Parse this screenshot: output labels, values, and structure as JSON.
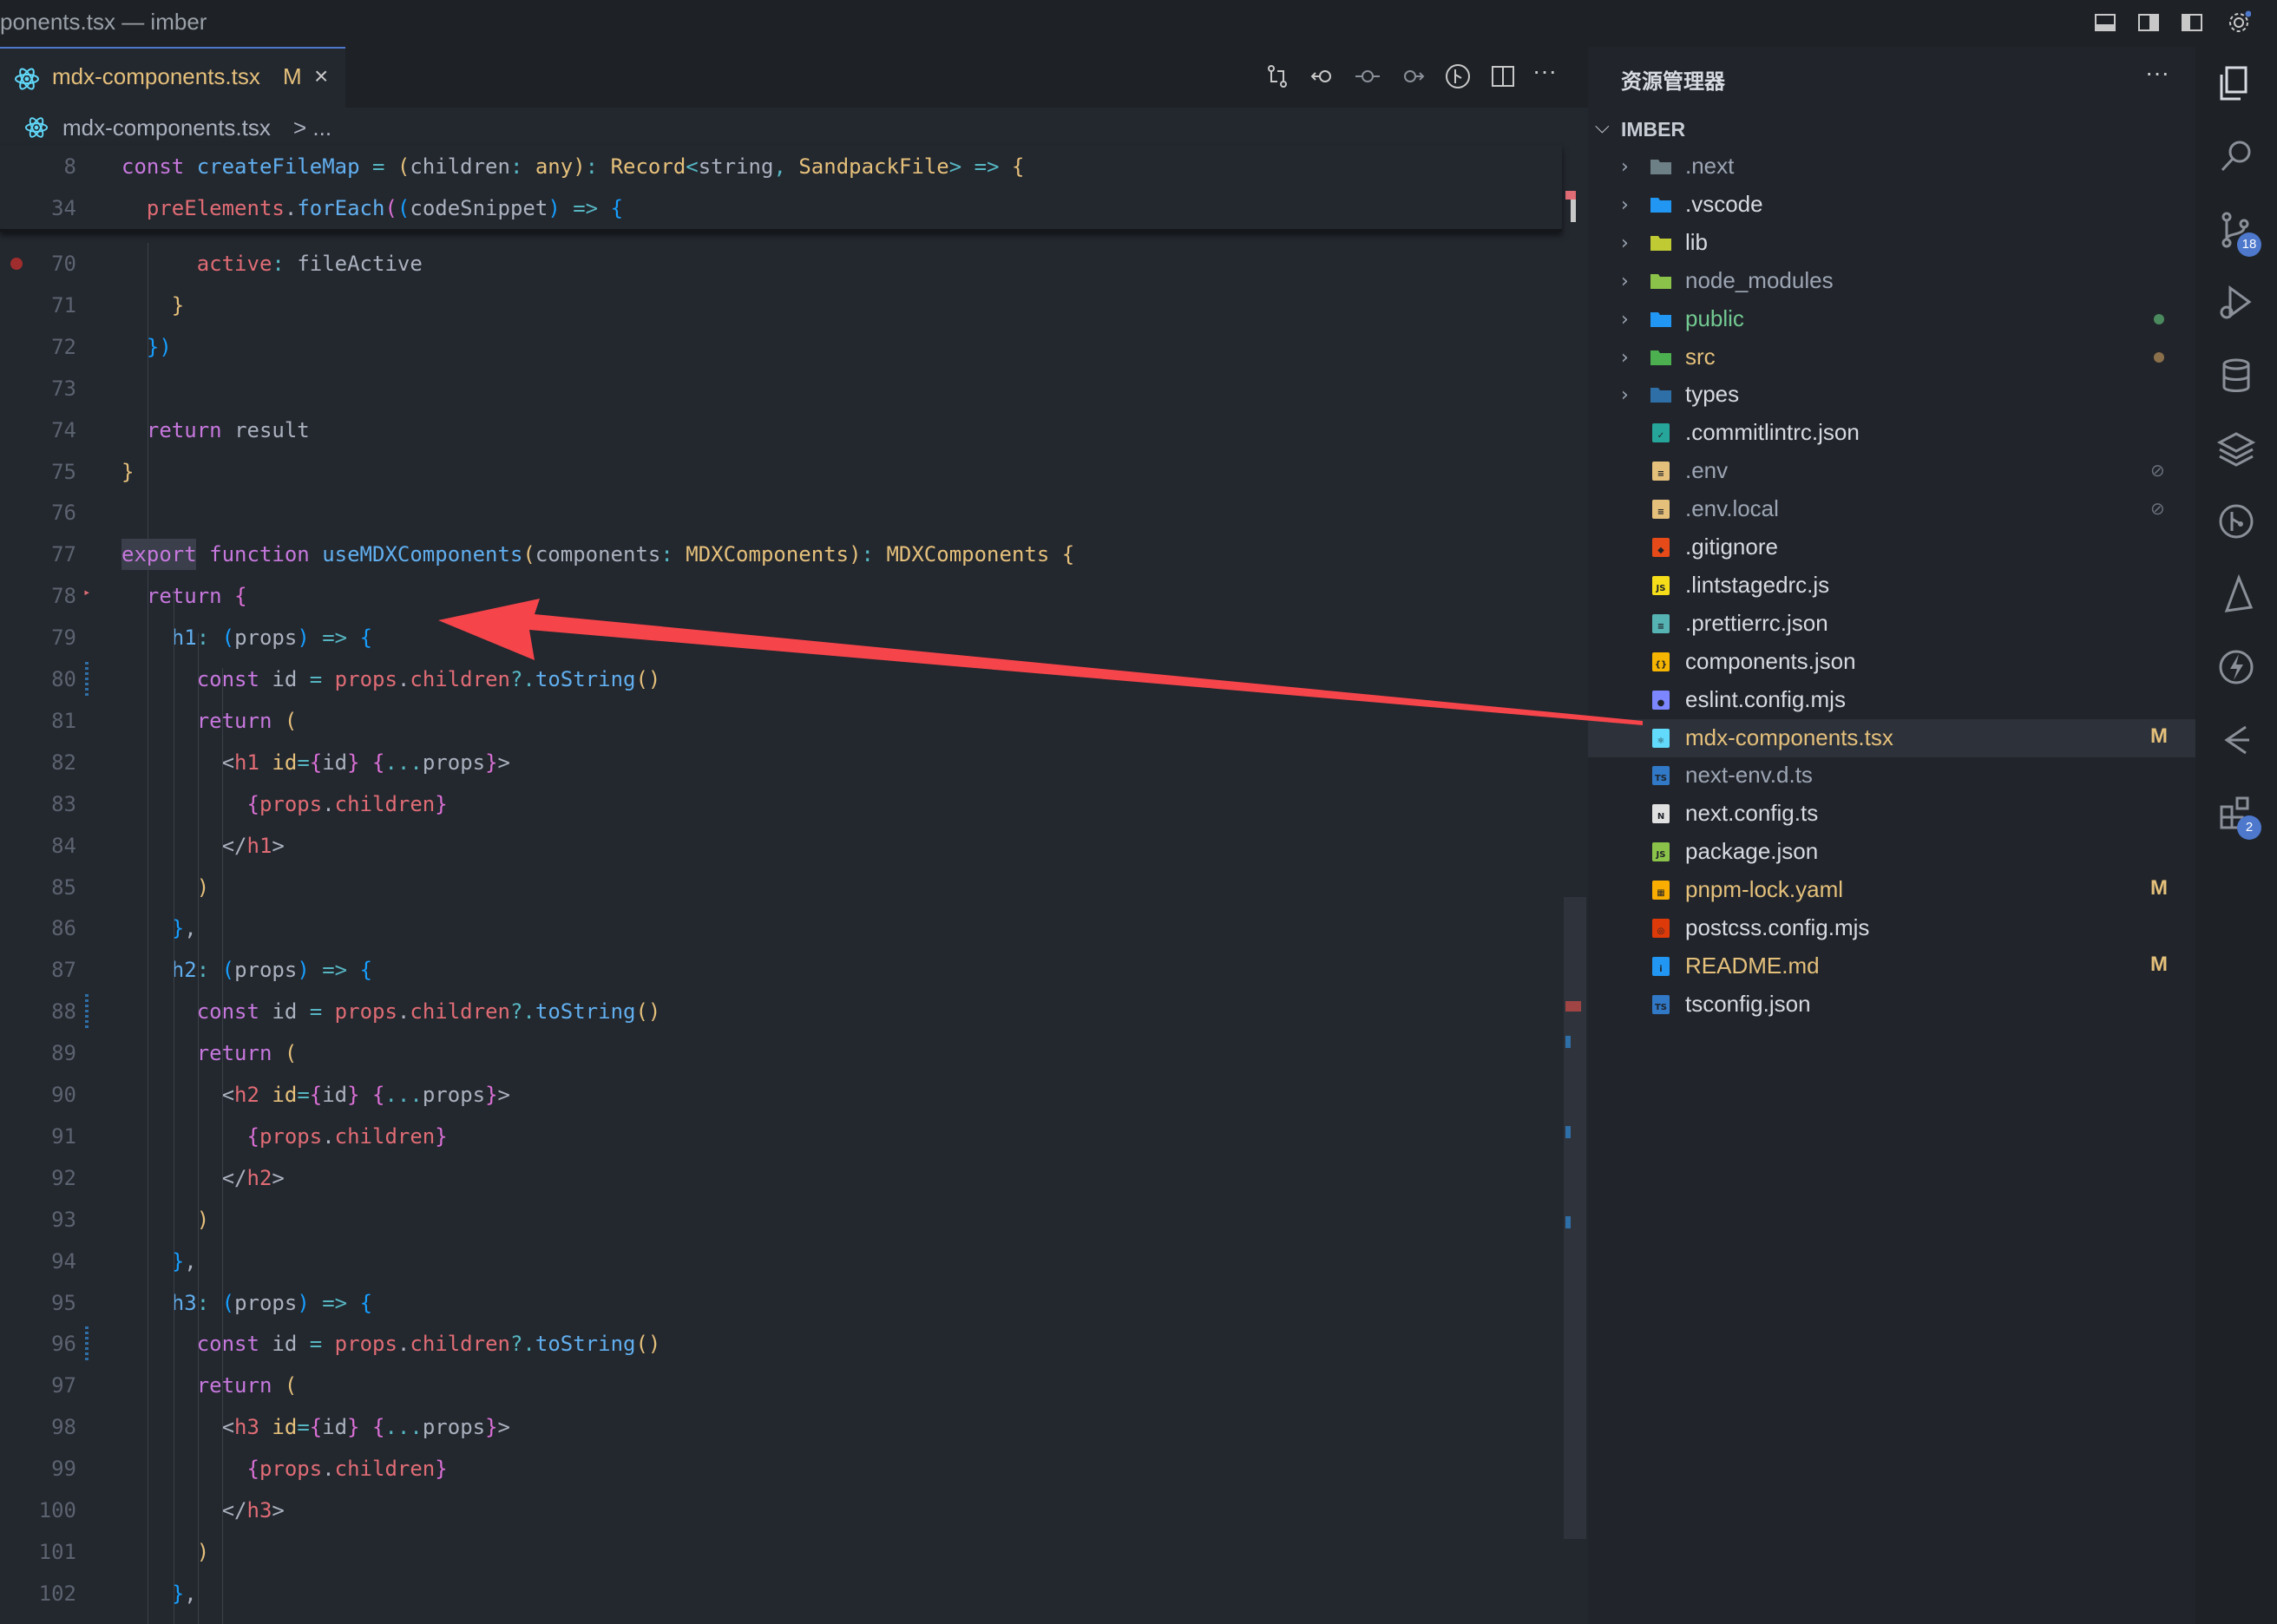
{
  "window": {
    "title": "ponents.tsx — imber"
  },
  "editor": {
    "tab": {
      "label": "mdx-components.tsx",
      "modified_marker": "M",
      "close_glyph": "×"
    },
    "actions": [
      "git-compare-icon",
      "go-back-change-icon",
      "git-commit-icon",
      "go-forward-change-icon",
      "git-graph-icon",
      "split-editor-icon",
      "more-actions-icon"
    ],
    "more_glyph": "···",
    "breadcrumb": {
      "file": "mdx-components.tsx",
      "rest": "> ..."
    },
    "sticky_lines": [
      {
        "n": "8",
        "segments": [
          [
            "k",
            "const "
          ],
          [
            "f",
            "createFileMap"
          ],
          [
            "o",
            " = "
          ],
          [
            "y",
            "("
          ],
          [
            "p",
            "children"
          ],
          [
            "o",
            ": "
          ],
          [
            "t",
            "any"
          ],
          [
            "y",
            ")"
          ],
          [
            "o",
            ": "
          ],
          [
            "t",
            "Record"
          ],
          [
            "o",
            "<"
          ],
          [
            "p",
            "string"
          ],
          [
            "o",
            ", "
          ],
          [
            "t",
            "SandpackFile"
          ],
          [
            "o",
            "> => "
          ],
          [
            "y",
            "{"
          ]
        ]
      },
      {
        "n": "34",
        "segments": [
          [
            "p",
            "  "
          ],
          [
            "v",
            "preElements"
          ],
          [
            "p",
            "."
          ],
          [
            "f",
            "forEach"
          ],
          [
            "pk",
            "("
          ],
          [
            "b",
            "("
          ],
          [
            "p",
            "codeSnippet"
          ],
          [
            "b",
            ")"
          ],
          [
            "o",
            " => "
          ],
          [
            "b",
            "{"
          ]
        ]
      }
    ],
    "lines": [
      {
        "n": "70",
        "segments": [
          [
            "p",
            "      "
          ],
          [
            "v",
            "active"
          ],
          [
            "o",
            ": "
          ],
          [
            "p",
            "fileActive"
          ]
        ]
      },
      {
        "n": "71",
        "segments": [
          [
            "p",
            "    "
          ],
          [
            "y",
            "}"
          ]
        ]
      },
      {
        "n": "72",
        "segments": [
          [
            "p",
            "  "
          ],
          [
            "b",
            "})"
          ]
        ]
      },
      {
        "n": "73",
        "segments": []
      },
      {
        "n": "74",
        "segments": [
          [
            "p",
            "  "
          ],
          [
            "k",
            "return "
          ],
          [
            "p",
            "result"
          ]
        ]
      },
      {
        "n": "75",
        "segments": [
          [
            "y",
            "}"
          ]
        ]
      },
      {
        "n": "76",
        "segments": []
      },
      {
        "n": "77",
        "segments": [
          [
            "k",
            "export "
          ],
          [
            "k",
            "function "
          ],
          [
            "f",
            "useMDXComponents"
          ],
          [
            "y",
            "("
          ],
          [
            "p",
            "components"
          ],
          [
            "o",
            ": "
          ],
          [
            "t",
            "MDXComponents"
          ],
          [
            "y",
            ")"
          ],
          [
            "o",
            ": "
          ],
          [
            "t",
            "MDXComponents "
          ],
          [
            "y",
            "{"
          ]
        ]
      },
      {
        "n": "78",
        "segments": [
          [
            "p",
            "  "
          ],
          [
            "k",
            "return "
          ],
          [
            "pk",
            "{"
          ]
        ]
      },
      {
        "n": "79",
        "segments": [
          [
            "p",
            "    "
          ],
          [
            "f",
            "h1"
          ],
          [
            "o",
            ": "
          ],
          [
            "b",
            "("
          ],
          [
            "p",
            "props"
          ],
          [
            "b",
            ")"
          ],
          [
            "o",
            " => "
          ],
          [
            "b",
            "{"
          ]
        ]
      },
      {
        "n": "80",
        "segments": [
          [
            "p",
            "      "
          ],
          [
            "k",
            "const "
          ],
          [
            "p",
            "id"
          ],
          [
            "o",
            " = "
          ],
          [
            "v",
            "props"
          ],
          [
            "p",
            "."
          ],
          [
            "v",
            "children"
          ],
          [
            "o",
            "?."
          ],
          [
            "f",
            "toString"
          ],
          [
            "y",
            "()"
          ]
        ]
      },
      {
        "n": "81",
        "segments": [
          [
            "p",
            "      "
          ],
          [
            "k",
            "return "
          ],
          [
            "y",
            "("
          ]
        ]
      },
      {
        "n": "82",
        "segments": [
          [
            "p",
            "        <"
          ],
          [
            "tag",
            "h1 "
          ],
          [
            "t",
            "id"
          ],
          [
            "o",
            "="
          ],
          [
            "pk",
            "{"
          ],
          [
            "p",
            "id"
          ],
          [
            "pk",
            "} {"
          ],
          [
            "o",
            "..."
          ],
          [
            "p",
            "props"
          ],
          [
            "pk",
            "}"
          ],
          [
            "p",
            ">"
          ]
        ]
      },
      {
        "n": "83",
        "segments": [
          [
            "p",
            "          "
          ],
          [
            "pk",
            "{"
          ],
          [
            "v",
            "props"
          ],
          [
            "p",
            "."
          ],
          [
            "v",
            "children"
          ],
          [
            "pk",
            "}"
          ]
        ]
      },
      {
        "n": "84",
        "segments": [
          [
            "p",
            "        </"
          ],
          [
            "tag",
            "h1"
          ],
          [
            "p",
            ">"
          ]
        ]
      },
      {
        "n": "85",
        "segments": [
          [
            "p",
            "      "
          ],
          [
            "y",
            ")"
          ]
        ]
      },
      {
        "n": "86",
        "segments": [
          [
            "p",
            "    "
          ],
          [
            "b",
            "}"
          ],
          [
            "p",
            ","
          ]
        ]
      },
      {
        "n": "87",
        "segments": [
          [
            "p",
            "    "
          ],
          [
            "f",
            "h2"
          ],
          [
            "o",
            ": "
          ],
          [
            "b",
            "("
          ],
          [
            "p",
            "props"
          ],
          [
            "b",
            ")"
          ],
          [
            "o",
            " => "
          ],
          [
            "b",
            "{"
          ]
        ]
      },
      {
        "n": "88",
        "segments": [
          [
            "p",
            "      "
          ],
          [
            "k",
            "const "
          ],
          [
            "p",
            "id"
          ],
          [
            "o",
            " = "
          ],
          [
            "v",
            "props"
          ],
          [
            "p",
            "."
          ],
          [
            "v",
            "children"
          ],
          [
            "o",
            "?."
          ],
          [
            "f",
            "toString"
          ],
          [
            "y",
            "()"
          ]
        ]
      },
      {
        "n": "89",
        "segments": [
          [
            "p",
            "      "
          ],
          [
            "k",
            "return "
          ],
          [
            "y",
            "("
          ]
        ]
      },
      {
        "n": "90",
        "segments": [
          [
            "p",
            "        <"
          ],
          [
            "tag",
            "h2 "
          ],
          [
            "t",
            "id"
          ],
          [
            "o",
            "="
          ],
          [
            "pk",
            "{"
          ],
          [
            "p",
            "id"
          ],
          [
            "pk",
            "} {"
          ],
          [
            "o",
            "..."
          ],
          [
            "p",
            "props"
          ],
          [
            "pk",
            "}"
          ],
          [
            "p",
            ">"
          ]
        ]
      },
      {
        "n": "91",
        "segments": [
          [
            "p",
            "          "
          ],
          [
            "pk",
            "{"
          ],
          [
            "v",
            "props"
          ],
          [
            "p",
            "."
          ],
          [
            "v",
            "children"
          ],
          [
            "pk",
            "}"
          ]
        ]
      },
      {
        "n": "92",
        "segments": [
          [
            "p",
            "        </"
          ],
          [
            "tag",
            "h2"
          ],
          [
            "p",
            ">"
          ]
        ]
      },
      {
        "n": "93",
        "segments": [
          [
            "p",
            "      "
          ],
          [
            "y",
            ")"
          ]
        ]
      },
      {
        "n": "94",
        "segments": [
          [
            "p",
            "    "
          ],
          [
            "b",
            "}"
          ],
          [
            "p",
            ","
          ]
        ]
      },
      {
        "n": "95",
        "segments": [
          [
            "p",
            "    "
          ],
          [
            "f",
            "h3"
          ],
          [
            "o",
            ": "
          ],
          [
            "b",
            "("
          ],
          [
            "p",
            "props"
          ],
          [
            "b",
            ")"
          ],
          [
            "o",
            " => "
          ],
          [
            "b",
            "{"
          ]
        ]
      },
      {
        "n": "96",
        "segments": [
          [
            "p",
            "      "
          ],
          [
            "k",
            "const "
          ],
          [
            "p",
            "id"
          ],
          [
            "o",
            " = "
          ],
          [
            "v",
            "props"
          ],
          [
            "p",
            "."
          ],
          [
            "v",
            "children"
          ],
          [
            "o",
            "?."
          ],
          [
            "f",
            "toString"
          ],
          [
            "y",
            "()"
          ]
        ]
      },
      {
        "n": "97",
        "segments": [
          [
            "p",
            "      "
          ],
          [
            "k",
            "return "
          ],
          [
            "y",
            "("
          ]
        ]
      },
      {
        "n": "98",
        "segments": [
          [
            "p",
            "        <"
          ],
          [
            "tag",
            "h3 "
          ],
          [
            "t",
            "id"
          ],
          [
            "o",
            "="
          ],
          [
            "pk",
            "{"
          ],
          [
            "p",
            "id"
          ],
          [
            "pk",
            "} {"
          ],
          [
            "o",
            "..."
          ],
          [
            "p",
            "props"
          ],
          [
            "pk",
            "}"
          ],
          [
            "p",
            ">"
          ]
        ]
      },
      {
        "n": "99",
        "segments": [
          [
            "p",
            "          "
          ],
          [
            "pk",
            "{"
          ],
          [
            "v",
            "props"
          ],
          [
            "p",
            "."
          ],
          [
            "v",
            "children"
          ],
          [
            "pk",
            "}"
          ]
        ]
      },
      {
        "n": "100",
        "segments": [
          [
            "p",
            "        </"
          ],
          [
            "tag",
            "h3"
          ],
          [
            "p",
            ">"
          ]
        ]
      },
      {
        "n": "101",
        "segments": [
          [
            "p",
            "      "
          ],
          [
            "y",
            ")"
          ]
        ]
      },
      {
        "n": "102",
        "segments": [
          [
            "p",
            "    "
          ],
          [
            "b",
            "}"
          ],
          [
            "p",
            ","
          ]
        ]
      }
    ]
  },
  "explorer": {
    "title": "资源管理器",
    "more_glyph": "···",
    "root": "IMBER",
    "items": [
      {
        "name": ".next",
        "folder": true,
        "icon": "next-folder-icon",
        "color": "#9da5b4",
        "dim": true
      },
      {
        "name": ".vscode",
        "folder": true,
        "icon": "vscode-folder-icon",
        "color": "#d7dae0"
      },
      {
        "name": "lib",
        "folder": true,
        "icon": "lib-folder-icon",
        "color": "#d7dae0"
      },
      {
        "name": "node_modules",
        "folder": true,
        "icon": "node-modules-folder-icon",
        "color": "#9da5b4",
        "dim": true
      },
      {
        "name": "public",
        "folder": true,
        "icon": "public-folder-icon",
        "color": "#73c991",
        "dot": "#4b8a5e"
      },
      {
        "name": "src",
        "folder": true,
        "icon": "src-folder-icon",
        "color": "#e5c07b",
        "dot": "#8a6f4b"
      },
      {
        "name": "types",
        "folder": true,
        "icon": "types-folder-icon",
        "color": "#d7dae0"
      },
      {
        "name": ".commitlintrc.json",
        "icon": "commitlint-icon",
        "color": "#d7dae0"
      },
      {
        "name": ".env",
        "icon": "env-file-icon",
        "color": "#9da5b4",
        "dim": true,
        "ignored": true
      },
      {
        "name": ".env.local",
        "icon": "env-file-icon",
        "color": "#9da5b4",
        "dim": true,
        "ignored": true
      },
      {
        "name": ".gitignore",
        "icon": "git-file-icon",
        "color": "#d7dae0"
      },
      {
        "name": ".lintstagedrc.js",
        "icon": "js-file-icon",
        "color": "#d7dae0"
      },
      {
        "name": ".prettierrc.json",
        "icon": "prettier-file-icon",
        "color": "#d7dae0"
      },
      {
        "name": "components.json",
        "icon": "json-file-icon",
        "color": "#d7dae0"
      },
      {
        "name": "eslint.config.mjs",
        "icon": "eslint-file-icon",
        "color": "#d7dae0"
      },
      {
        "name": "mdx-components.tsx",
        "icon": "react-file-icon",
        "color": "#e5c07b",
        "badge": "M",
        "selected": true
      },
      {
        "name": "next-env.d.ts",
        "icon": "ts-def-file-icon",
        "color": "#9da5b4",
        "dim": true
      },
      {
        "name": "next.config.ts",
        "icon": "next-file-icon",
        "color": "#d7dae0"
      },
      {
        "name": "package.json",
        "icon": "node-file-icon",
        "color": "#d7dae0"
      },
      {
        "name": "pnpm-lock.yaml",
        "icon": "pnpm-file-icon",
        "color": "#e5c07b",
        "badge": "M"
      },
      {
        "name": "postcss.config.mjs",
        "icon": "postcss-file-icon",
        "color": "#d7dae0"
      },
      {
        "name": "README.md",
        "icon": "info-file-icon",
        "color": "#e5c07b",
        "badge": "M"
      },
      {
        "name": "tsconfig.json",
        "icon": "tsconfig-file-icon",
        "color": "#d7dae0"
      }
    ]
  },
  "activity_bar": {
    "items": [
      {
        "icon": "explorer-icon"
      },
      {
        "icon": "search-icon"
      },
      {
        "icon": "source-control-icon",
        "badge": "18"
      },
      {
        "icon": "run-debug-icon"
      },
      {
        "icon": "database-icon"
      },
      {
        "icon": "layers-icon"
      },
      {
        "icon": "git-graph-icon"
      },
      {
        "icon": "prisma-icon"
      },
      {
        "icon": "thunder-client-icon"
      },
      {
        "icon": "remote-explorer-icon"
      },
      {
        "icon": "extensions-icon",
        "badge": "2"
      }
    ]
  },
  "colors": {
    "accent": "#4d78cc",
    "modified": "#e5c07b",
    "annotation_arrow": "#f5454b",
    "background": "#23272e"
  }
}
